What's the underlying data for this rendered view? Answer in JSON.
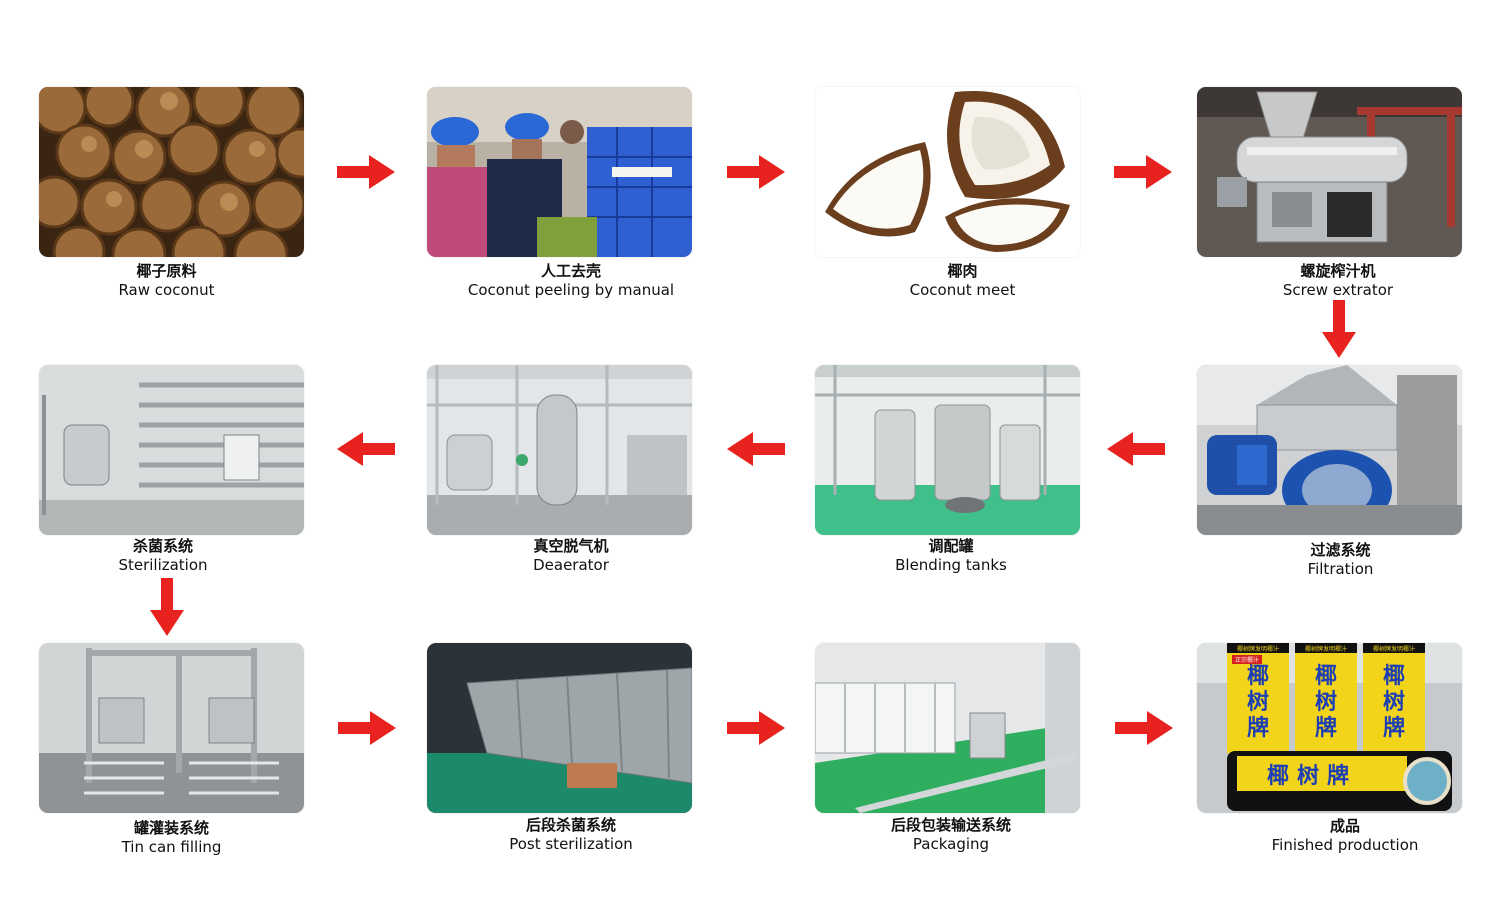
{
  "colors": {
    "arrow": "#e8231f",
    "background": "#ffffff"
  },
  "steps": [
    {
      "zh": "椰子原料",
      "en": "Raw coconut",
      "image": "raw-coconut-photo"
    },
    {
      "zh": "人工去壳",
      "en": "Coconut peeling by manual",
      "image": "manual-peeling-photo"
    },
    {
      "zh": "椰肉",
      "en": "Coconut meet",
      "image": "coconut-meat-photo"
    },
    {
      "zh": "螺旋榨汁机",
      "en": "Screw extrator",
      "image": "screw-extractor-photo"
    },
    {
      "zh": "过滤系统",
      "en": "Filtration",
      "image": "filtration-separator-photo"
    },
    {
      "zh": "调配罐",
      "en": "Blending tanks",
      "image": "blending-tanks-photo"
    },
    {
      "zh": "真空脱气机",
      "en": "Deaerator",
      "image": "deaerator-photo"
    },
    {
      "zh": "杀菌系统",
      "en": "Sterilization",
      "image": "sterilization-system-photo"
    },
    {
      "zh": "罐灌装系统",
      "en": "Tin can filling",
      "image": "can-filling-photo"
    },
    {
      "zh": "后段杀菌系统",
      "en": "Post sterilization",
      "image": "post-sterilization-photo"
    },
    {
      "zh": "后段包装输送系统",
      "en": "Packaging",
      "image": "packaging-line-photo"
    },
    {
      "zh": "成品",
      "en": "Finished production",
      "image": "finished-product-photo"
    }
  ],
  "product_label": {
    "brand_chars": [
      "椰",
      "树",
      "牌"
    ],
    "tag": "正宗椰汁",
    "top_text": "椰树牌发明椰汁"
  }
}
